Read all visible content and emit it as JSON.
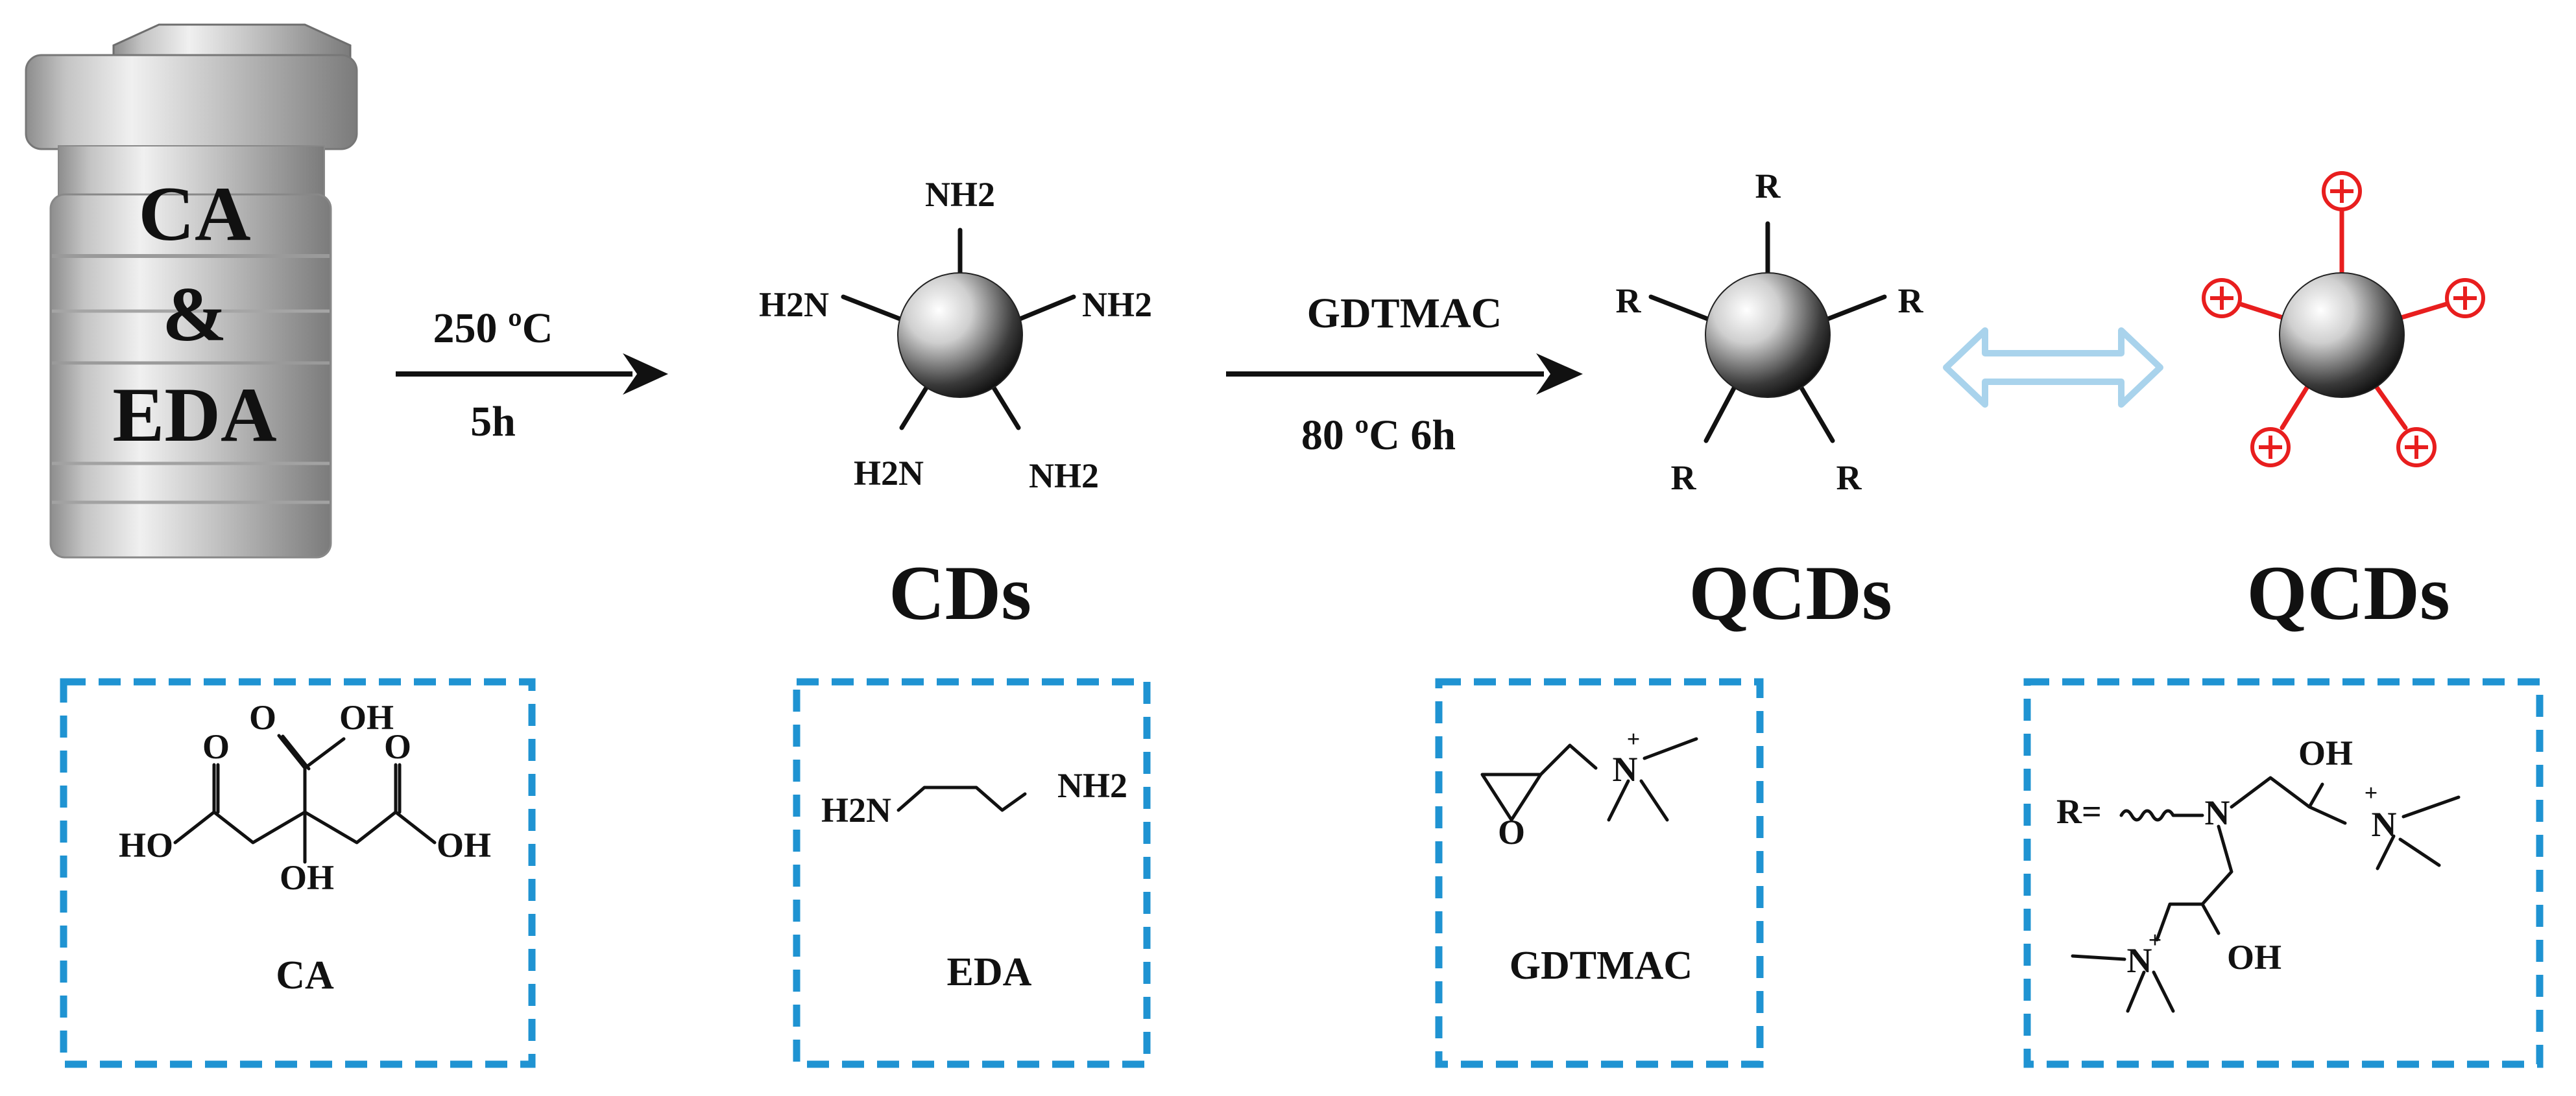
{
  "reactor": {
    "line1": "CA",
    "line2": "&",
    "line3": "EDA"
  },
  "step1": {
    "conditions_top": "250 ºC",
    "conditions_bottom": "5h"
  },
  "cds": {
    "groups": [
      "NH2",
      "H2N",
      "NH2",
      "H2N",
      "NH2"
    ],
    "label": "CDs"
  },
  "step2": {
    "reagent": "GDTMAC",
    "conditions": "80 ºC  6h"
  },
  "qcds": {
    "groups": [
      "R",
      "R",
      "R",
      "R",
      "R"
    ],
    "label": "QCDs"
  },
  "qcds_charged": {
    "label": "QCDs"
  },
  "structures": {
    "ca": {
      "caption": "CA",
      "labels": [
        "O",
        "OH",
        "O",
        "HO",
        "OH",
        "OH"
      ]
    },
    "eda": {
      "caption": "EDA",
      "labels": [
        "H2N",
        "NH2"
      ]
    },
    "gdtmac": {
      "caption": "GDTMAC",
      "labels": [
        "O",
        "N",
        "+"
      ]
    },
    "r_group": {
      "prefix": "R=",
      "labels": [
        "N",
        "OH",
        "+",
        "N",
        "+",
        "N",
        "OH"
      ]
    }
  },
  "colors": {
    "box": "#1f93d2",
    "charge": "#e81e1e",
    "double_arrow": "#a9d3ec"
  }
}
